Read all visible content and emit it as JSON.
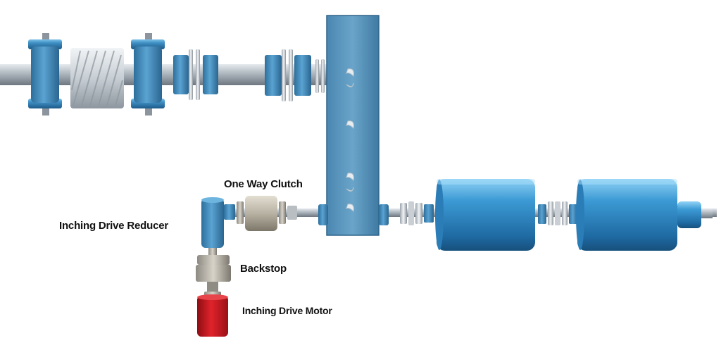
{
  "labels": {
    "one_way_clutch": "One Way Clutch",
    "inching_drive_reducer": "Inching Drive Reducer",
    "backstop": "Backstop",
    "inching_drive_motor": "Inching Drive Motor"
  },
  "colors": {
    "component_blue": "#3f8fc4",
    "motor_red": "#c8141c",
    "clutch_grey": "#b8b2a3",
    "shaft_grey": "#a9b1b9",
    "label_text": "#111111"
  }
}
